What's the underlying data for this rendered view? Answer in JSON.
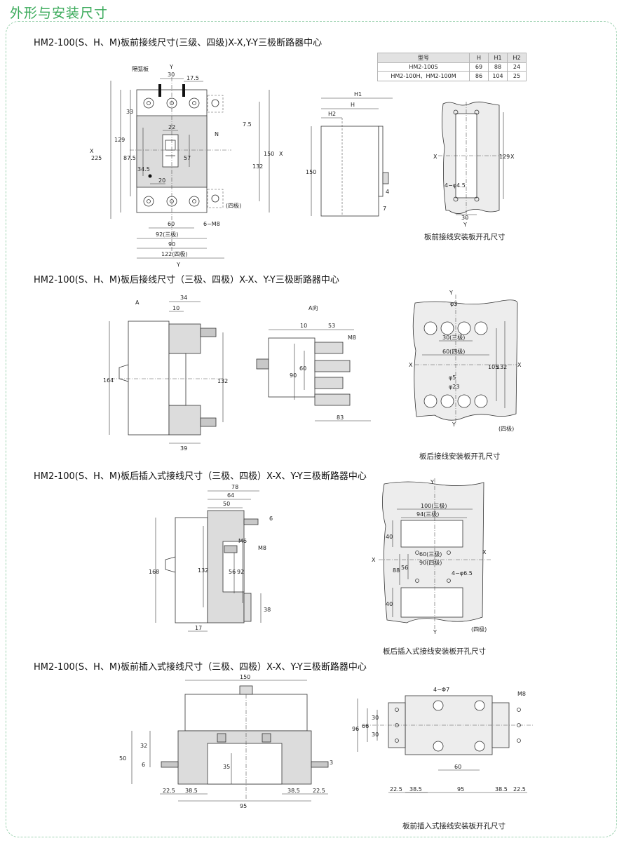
{
  "page_title": "外形与安装尺寸",
  "sections": [
    {
      "title": "HM2-100(S、H、M)板前接线尺寸(三级、四级)X-X,Y-Y三极断路器中心",
      "caption": "板前接线安装板开孔尺寸"
    },
    {
      "title": "HM2-100(S、H、M)板后接线尺寸（三极、四极）X-X、Y-Y三极断路器中心",
      "caption": "板后接线安装板开孔尺寸"
    },
    {
      "title": "HM2-100(S、H、M)板后插入式接线尺寸（三极、四极）X-X、Y-Y三极断路器中心",
      "caption": "板后插入式接线安装板开孔尺寸"
    },
    {
      "title": "HM2-100(S、H、M)板前插入式接线尺寸（三极、四极）X-X、Y-Y三极断路器中心",
      "caption": "板前插入式接线安装板开孔尺寸"
    }
  ],
  "spec_table": {
    "headers": [
      "型号",
      "H",
      "H1",
      "H2"
    ],
    "rows": [
      [
        "HM2-100S",
        "69",
        "88",
        "24"
      ],
      [
        "HM2-100H、HM2-100M",
        "86",
        "104",
        "25"
      ]
    ]
  },
  "labels": {
    "partition": "隔弧板",
    "four_pole": "(四极)",
    "three_pole": "(三极)",
    "a_view": "A向",
    "a_mark": "A",
    "x": "X",
    "y": "Y",
    "n": "N"
  },
  "dims1": {
    "d30": "30",
    "d17_5": "17.5",
    "d33": "33",
    "d7_5": "7.5",
    "d22": "22",
    "d225": "225",
    "d129": "129",
    "d87_5": "87.5",
    "d57": "57",
    "d34_5": "34.5",
    "d20": "20",
    "d132": "132",
    "d150": "150",
    "d60": "60",
    "m8": "6−M8",
    "d92": "92(三极)",
    "d90": "90",
    "d122": "122(四极)",
    "h1": "H1",
    "h": "H",
    "h2": "H2",
    "s150": "150",
    "s4": "4",
    "s7": "7",
    "p129": "129",
    "p45": "4−φ4.5",
    "p30": "30"
  },
  "dims2": {
    "d34": "34",
    "d10": "10",
    "d164": "164",
    "d132": "132",
    "d39": "39",
    "a10": "10",
    "a53": "53",
    "am8": "M8",
    "a90": "90",
    "a60": "60",
    "a83": "83",
    "p3": "φ3",
    "p30": "30(三极)",
    "p60": "60(四极)",
    "p105": "105",
    "p132": "132",
    "p5": "φ5",
    "p23": "φ23"
  },
  "dims3": {
    "d78": "78",
    "d64": "64",
    "d50": "50",
    "d6": "6",
    "d168": "168",
    "d132": "132",
    "dm6": "M6",
    "dm8": "M8",
    "d56": "56",
    "d92": "92",
    "d38": "38",
    "d17": "17",
    "p100": "100(三极)",
    "p94": "94(三极)",
    "p40a": "40",
    "p88": "88",
    "p56": "56",
    "p60": "60(三极)",
    "p90": "90(四极)",
    "p65": "4−φ6.5",
    "p40b": "40"
  },
  "dims4": {
    "d150": "150",
    "d32": "32",
    "d50": "50",
    "d6": "6",
    "d35": "35",
    "d3": "3",
    "d22_5a": "22.5",
    "d38_5a": "38.5",
    "d95": "95",
    "d38_5b": "38.5",
    "d22_5b": "22.5",
    "p47": "4−Φ7",
    "pm8": "M8",
    "p96": "96",
    "p66": "66",
    "p30a": "30",
    "p30b": "30",
    "p60": "60",
    "p22_5a": "22.5",
    "p38_5a": "38.5",
    "p95": "95",
    "p38_5b": "38.5",
    "p22_5b": "22.5"
  }
}
